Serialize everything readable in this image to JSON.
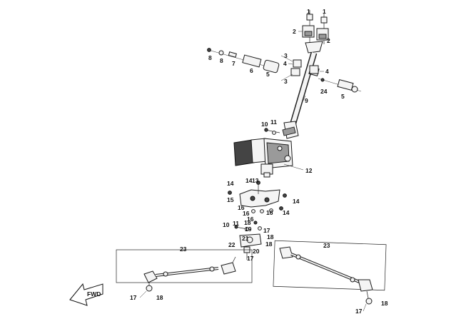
{
  "diagram": {
    "callouts": [
      {
        "text": "1"
      },
      {
        "text": "1"
      },
      {
        "text": "2"
      },
      {
        "text": "2"
      },
      {
        "text": "8"
      },
      {
        "text": "8"
      },
      {
        "text": "7"
      },
      {
        "text": "6"
      },
      {
        "text": "5"
      },
      {
        "text": "3"
      },
      {
        "text": "4"
      },
      {
        "text": "3"
      },
      {
        "text": "4"
      },
      {
        "text": "24"
      },
      {
        "text": "5"
      },
      {
        "text": "9"
      },
      {
        "text": "10"
      },
      {
        "text": "11"
      },
      {
        "text": "12"
      },
      {
        "text": "14"
      },
      {
        "text": "13"
      },
      {
        "text": "14"
      },
      {
        "text": "15"
      },
      {
        "text": "14"
      },
      {
        "text": "16"
      },
      {
        "text": "16"
      },
      {
        "text": "16"
      },
      {
        "text": "16"
      },
      {
        "text": "14"
      },
      {
        "text": "18"
      },
      {
        "text": "17"
      },
      {
        "text": "10"
      },
      {
        "text": "11"
      },
      {
        "text": "19"
      },
      {
        "text": "18"
      },
      {
        "text": "21"
      },
      {
        "text": "18"
      },
      {
        "text": "22"
      },
      {
        "text": "20"
      },
      {
        "text": "17"
      },
      {
        "text": "23"
      },
      {
        "text": "23"
      },
      {
        "text": "17"
      },
      {
        "text": "18"
      },
      {
        "text": "18"
      },
      {
        "text": "17"
      }
    ],
    "front_arrow_label": "FWD"
  }
}
